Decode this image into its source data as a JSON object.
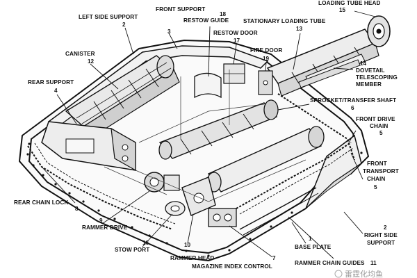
{
  "diagram": {
    "labels": [
      {
        "key": "loading_tube_head",
        "text": "LOADING TUBE HEAD",
        "number": "15"
      },
      {
        "key": "front_support",
        "text": "FRONT SUPPORT",
        "number": "3"
      },
      {
        "key": "left_side_support",
        "text": "LEFT SIDE SUPPORT",
        "number": "2"
      },
      {
        "key": "restow_guide",
        "text": "RESTOW GUIDE",
        "number": "18"
      },
      {
        "key": "restow_door",
        "text": "RESTOW DOOR",
        "number": "17"
      },
      {
        "key": "stationary_loading_tube",
        "text": "STATIONARY LOADING TUBE",
        "number": "13"
      },
      {
        "key": "canister",
        "text": "CANISTER",
        "number": "12"
      },
      {
        "key": "fire_door",
        "text": "FIRE DOOR",
        "number": "19"
      },
      {
        "key": "dovetail_telescoping_member",
        "text": [
          "DOVETAIL",
          "TELESCOPING",
          "MEMBER"
        ],
        "number": "14"
      },
      {
        "key": "rear_support",
        "text": "REAR SUPPORT",
        "number": "4"
      },
      {
        "key": "sprocket_transfer_shaft",
        "text": "SPROCKET/TRANSFER SHAFT",
        "number": "6"
      },
      {
        "key": "front_drive_chain",
        "text": [
          "FRONT DRIVE",
          "CHAIN"
        ],
        "number": "5"
      },
      {
        "key": "front_transport_chain",
        "text": [
          "FRONT",
          "TRANSPORT",
          "CHAIN"
        ],
        "number": "5"
      },
      {
        "key": "rear_chain_lock",
        "text": "REAR CHAIN LOCK",
        "number": "8"
      },
      {
        "key": "rammer_drive",
        "text": "RAMMER DRIVE",
        "number": "9"
      },
      {
        "key": "stow_port",
        "text": "STOW PORT",
        "number": "16"
      },
      {
        "key": "right_side_support",
        "text": [
          "RIGHT SIDE",
          "SUPPORT"
        ],
        "number": "2"
      },
      {
        "key": "base_plate",
        "text": "BASE PLATE",
        "number": "1"
      },
      {
        "key": "rammer_head",
        "text": "RAMMER HEAD",
        "number": "10"
      },
      {
        "key": "magazine_index_control",
        "text": "MAGAZINE INDEX CONTROL",
        "number": "7"
      },
      {
        "key": "rammer_chain_guides",
        "text": "RAMMER CHAIN GUIDES",
        "number": "11"
      }
    ],
    "watermark": "雷霆化均鱼",
    "colors": {
      "ink": "#111111",
      "paper": "#ffffff",
      "shade": "#555555"
    }
  }
}
